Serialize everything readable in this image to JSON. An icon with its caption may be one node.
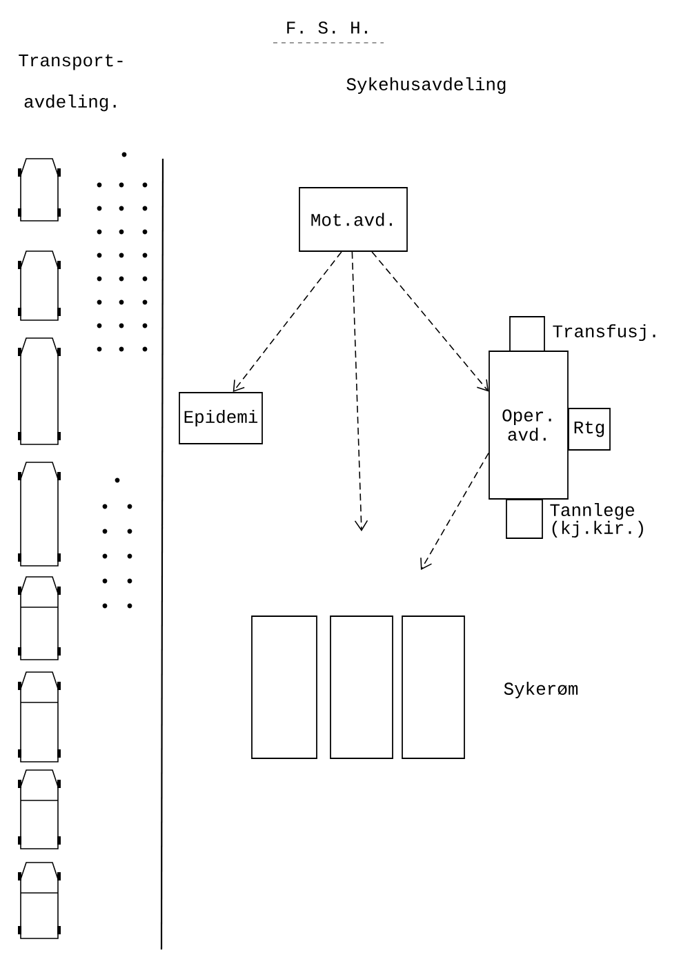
{
  "diagram": {
    "title": "F. S. H.",
    "nodes": [
      {
        "text": [
          "Mot.avd."
        ]
      },
      {
        "text": [
          "Epidemi"
        ]
      },
      {
        "text": [
          "Oper. avd."
        ]
      },
      {
        "text": [],
        "shape": "box",
        "beside": [
          "Transfusj."
        ]
      },
      {
        "text": [
          "Rtg"
        ]
      },
      {
        "text": [],
        "shape": "box",
        "beside": [
          "Tannlege (kj.kir.)"
        ]
      },
      {
        "text": [],
        "shape": "box"
      },
      {
        "text": [],
        "shape": "box"
      },
      {
        "text": [],
        "shape": "box"
      }
    ],
    "edges": [
      {
        "from": 0,
        "to": 1,
        "arrow": "to",
        "style": "dashed"
      },
      {
        "from": 0,
        "to": null,
        "arrow": "to",
        "style": "dashed"
      },
      {
        "from": 0,
        "to": 2,
        "arrow": "to",
        "style": "dashed"
      },
      {
        "from": 2,
        "to": null,
        "arrow": "to",
        "style": "dashed"
      }
    ],
    "labels": [
      "Transport- avdeling.",
      "Sykehusavdeling",
      "Sykerøm"
    ]
  }
}
